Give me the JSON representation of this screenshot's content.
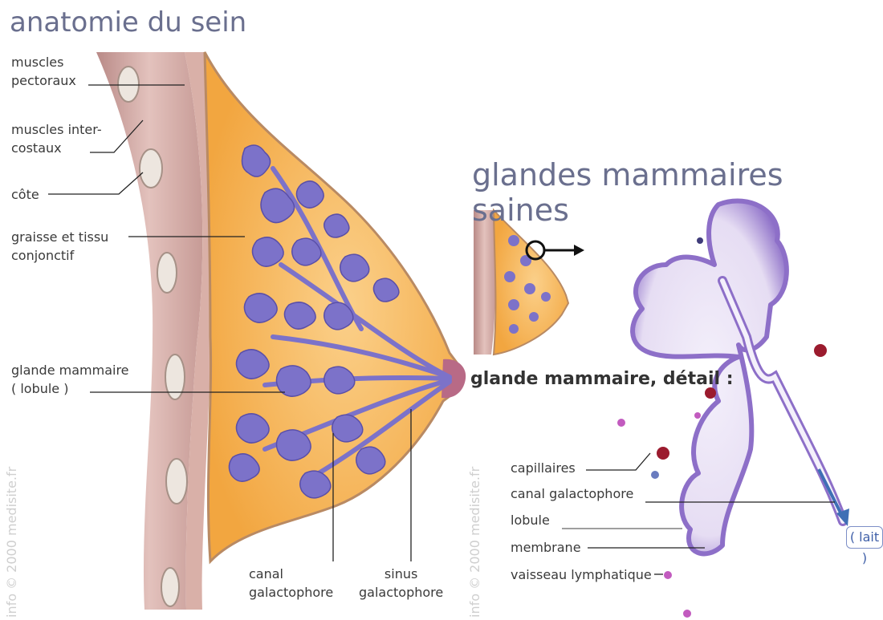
{
  "titles": {
    "main": "anatomie du sein",
    "right": "glandes mammaires saines",
    "detail": "glande mammaire, détail :"
  },
  "left_labels": [
    {
      "lines": [
        "muscles",
        "pectoraux"
      ]
    },
    {
      "lines": [
        "muscles inter-",
        "costaux"
      ]
    },
    {
      "lines": [
        "côte"
      ]
    },
    {
      "lines": [
        "graisse et tissu",
        "conjonctif"
      ]
    },
    {
      "lines": [
        "glande mammaire",
        "( lobule )"
      ]
    }
  ],
  "bottom_labels": [
    {
      "lines": [
        "canal",
        "galactophore"
      ]
    },
    {
      "lines": [
        "sinus",
        "galactophore"
      ]
    }
  ],
  "detail_labels": [
    "capillaires",
    "canal galactophore",
    "lobule",
    "membrane",
    "vaisseau lymphatique"
  ],
  "lait": "( lait )",
  "watermark": "info © 2000 medisite.fr",
  "colors": {
    "title": "#6a6f8e",
    "fat": "#f7b65a",
    "lobule": "#7c72c9",
    "muscle": "#c79b96",
    "vessel_red": "#9b1b2e",
    "lymph": "#c25bbf",
    "lait_arrow": "#3f6fb5"
  }
}
